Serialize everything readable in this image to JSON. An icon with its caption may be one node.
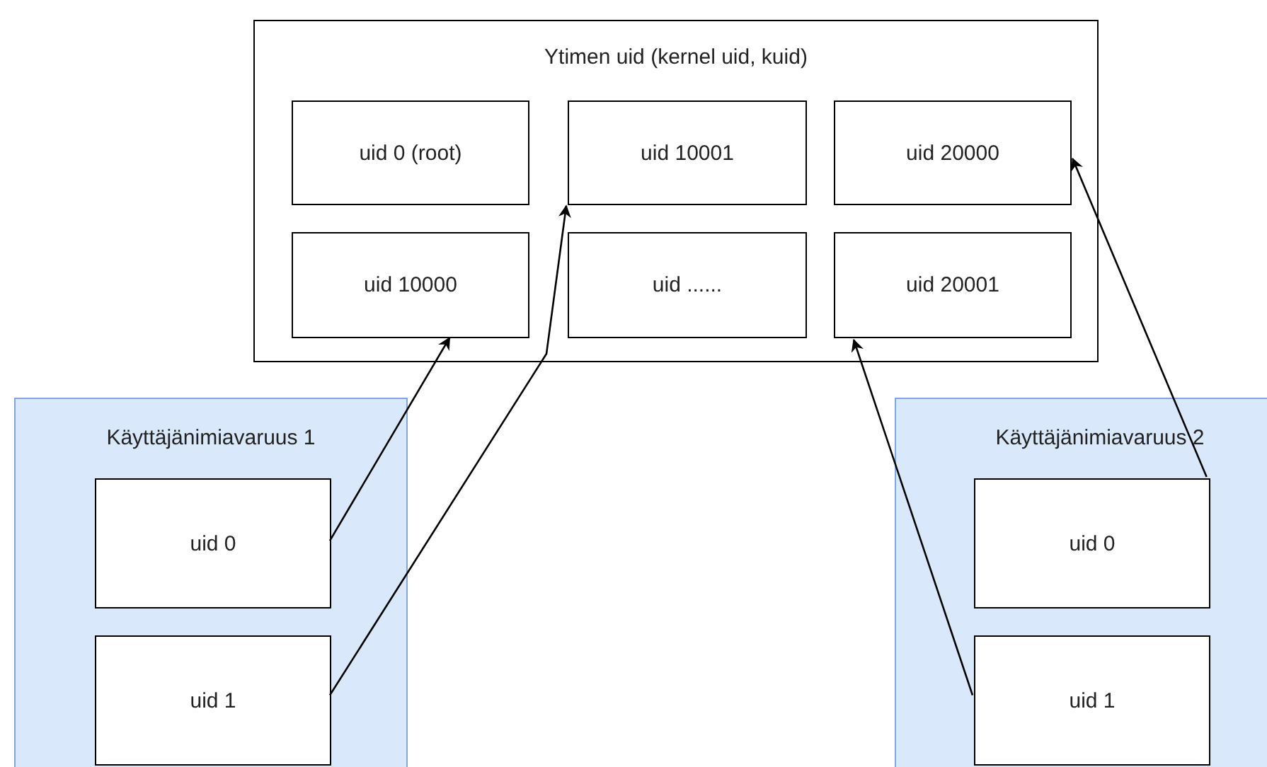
{
  "diagram": {
    "nodes": [
      {
        "text": [
          "Ytimen uid (kernel uid, kuid)"
        ]
      },
      {
        "text": [
          "uid 0 (root)"
        ],
        "in": 0
      },
      {
        "text": [
          "uid 10001"
        ],
        "in": 0
      },
      {
        "text": [
          "uid 20000"
        ],
        "in": 0
      },
      {
        "text": [
          "uid 10000"
        ],
        "in": 0
      },
      {
        "text": [
          "uid ......"
        ],
        "in": 0
      },
      {
        "text": [
          "uid 20001"
        ],
        "in": 0
      },
      {
        "text": [
          "Käyttäjänimiavaruus 1"
        ]
      },
      {
        "text": [
          "uid 0"
        ],
        "in": 7
      },
      {
        "text": [
          "uid 1"
        ],
        "in": 7
      },
      {
        "text": [
          "Käyttäjänimiavaruus 2"
        ]
      },
      {
        "text": [
          "uid 0"
        ],
        "in": 10
      },
      {
        "text": [
          "uid 1"
        ],
        "in": 10
      }
    ],
    "edges": [
      {
        "from": 8,
        "to": 4,
        "arrow": "to"
      },
      {
        "from": 9,
        "to": 2,
        "arrow": "to"
      },
      {
        "from": 12,
        "to": 6,
        "arrow": "to"
      },
      {
        "from": 11,
        "to": 3,
        "arrow": "to"
      }
    ]
  }
}
